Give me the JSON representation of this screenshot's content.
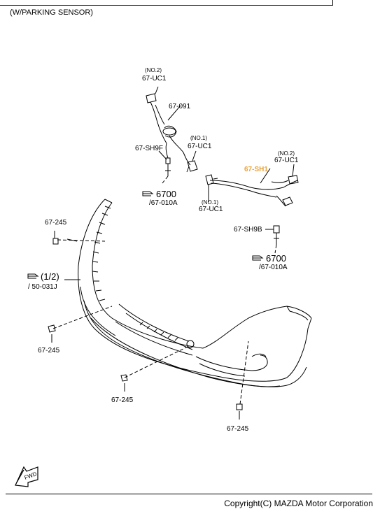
{
  "header": {
    "variant": "(W/PARKING SENSOR)"
  },
  "footer": {
    "copyright": "Copyright(C) MAZDA Motor Corporation"
  },
  "labels": {
    "no2_top": "(NO.2)",
    "uc1_top": "67-UC1",
    "p091": "67-091",
    "sh9f": "67-SH9F",
    "no1_mid": "(NO.1)",
    "uc1_mid": "67-UC1",
    "sh1": "67-SH1",
    "no2_right": "(NO.2)",
    "uc1_right": "67-UC1",
    "ref6700_left": "6700",
    "ref010a_left": "/67-010A",
    "no1_low": "(NO.1)",
    "uc1_low": "67-UC1",
    "sh9b": "67-SH9B",
    "ref6700_right": "6700",
    "ref010a_right": "/67-010A",
    "c245_a": "67-245",
    "ref12": "(1/2)",
    "ref031j": "/ 50-031J",
    "c245_b": "67-245",
    "c245_c": "67-245",
    "c245_d": "67-245",
    "fwd": "FWD"
  },
  "colors": {
    "highlight": "#e8a33c",
    "line": "#000000"
  },
  "icons": [
    "pointing-hand-icon",
    "forward-arrow-icon"
  ]
}
